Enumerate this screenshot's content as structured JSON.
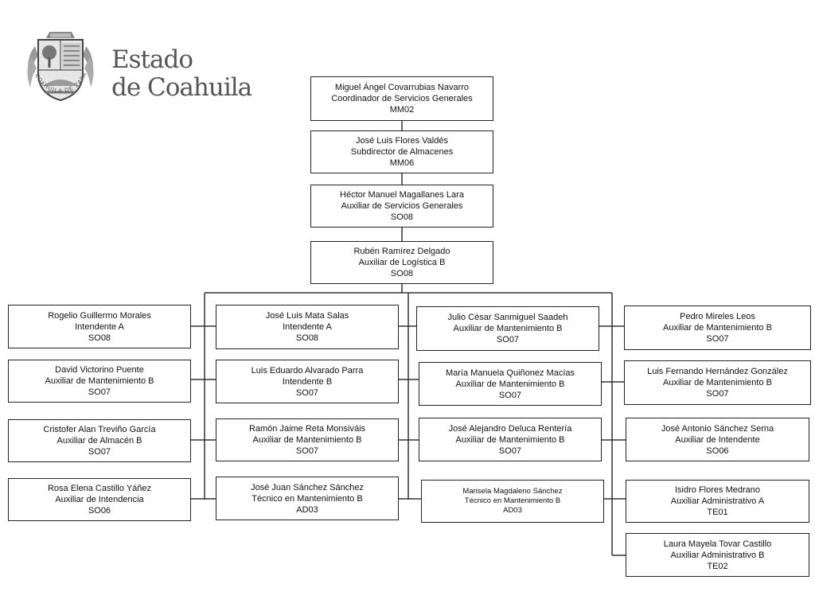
{
  "header": {
    "title_line1": "Estado",
    "title_line2": "de Coahuila",
    "seal_text": "COAHUILA DE ZARAGOZA"
  },
  "chain": [
    {
      "id": "n1",
      "name": "Miguel Ángel Covarrubias Navarro",
      "role": "Coordinador de Servicios Generales",
      "code": "MM02"
    },
    {
      "id": "n2",
      "name": "José Luis Flores Valdés",
      "role": "Subdirector de Almacenes",
      "code": "MM06"
    },
    {
      "id": "n3",
      "name": "Héctor Manuel Magallanes Lara",
      "role": "Auxiliar de Servicios Generales",
      "code": "SO08"
    },
    {
      "id": "n4",
      "name": "Rubén Ramírez Delgado",
      "role": "Auxiliar de Logística B",
      "code": "SO08"
    }
  ],
  "columns": [
    [
      {
        "name": "Rogelio  Guillermo  Morales",
        "role": "Intendente A",
        "code": "SO08"
      },
      {
        "name": "David Victorino Puente",
        "role": "Auxiliar de Mantenimiento B",
        "code": "SO07"
      },
      {
        "name": "Cristofer Alan Treviño García",
        "role": "Auxiliar de Almacén B",
        "code": "SO07"
      },
      {
        "name": "Rosa Elena Castillo Yáñez",
        "role": "Auxiliar de Intendencia",
        "code": "SO06"
      }
    ],
    [
      {
        "name": "José Luis Mata Salas",
        "role": "Intendente A",
        "code": "SO08"
      },
      {
        "name": "Luis Eduardo Alvarado Parra",
        "role": "Intendente B",
        "code": "SO07"
      },
      {
        "name": "Ramón Jaime Reta Monsiváis",
        "role": "Auxiliar de Mantenimiento B",
        "code": "SO07"
      },
      {
        "name": "José Juan Sánchez Sánchez",
        "role": "Técnico en Mantenimiento B",
        "code": "AD03"
      }
    ],
    [
      {
        "name": "Julio César Sanmiguel Saadeh",
        "role": "Auxiliar de Mantenimiento B",
        "code": "SO07"
      },
      {
        "name": "María Manuela Quiñonez  Macías",
        "role": "Auxiliar de Mantenimiento B",
        "code": "SO07"
      },
      {
        "name": "José Alejandro Deluca Rentería",
        "role": "Auxiliar de Mantenimiento B",
        "code": "SO07"
      },
      {
        "name": "Marisela Magdaleno Sánchez",
        "role": "Técnico en Mantenimiento B",
        "code": "AD03"
      }
    ],
    [
      {
        "name": "Pedro Mireles Leos",
        "role": "Auxiliar de Mantenimiento B",
        "code": "SO07"
      },
      {
        "name": "Luis Fernando Hernández González",
        "role": "Auxiliar de Mantenimiento B",
        "code": "SO07"
      },
      {
        "name": "José Antonio Sánchez Serna",
        "role": "Auxiliar de Intendente",
        "code": "SO06"
      },
      {
        "name": "Isidro Flores Medrano",
        "role": "Auxiliar Administrativo A",
        "code": "TE01"
      },
      {
        "name": "Laura Mayela Tovar Castillo",
        "role": "Auxiliar Administrativo B",
        "code": "TE02"
      }
    ]
  ]
}
